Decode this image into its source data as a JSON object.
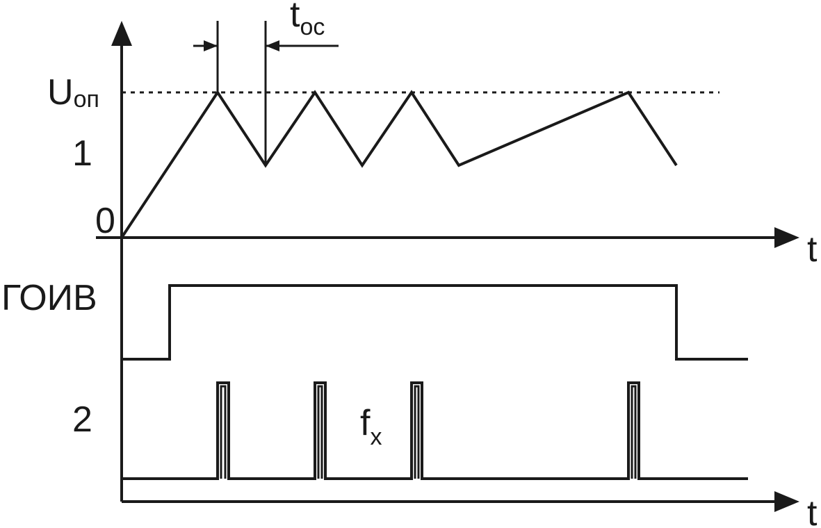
{
  "labels": {
    "u_main": "U",
    "u_sub": "оп",
    "trace1": "1",
    "zero": "0",
    "t_axis_top": "t",
    "goiv": "ГОИВ",
    "trace2": "2",
    "f_main": "f",
    "f_sub": "x",
    "t_axis_bottom": "t",
    "tos_main": "t",
    "tos_sub": "ос"
  },
  "colors": {
    "ink": "#1a1a1a",
    "background": "#ffffff"
  }
}
